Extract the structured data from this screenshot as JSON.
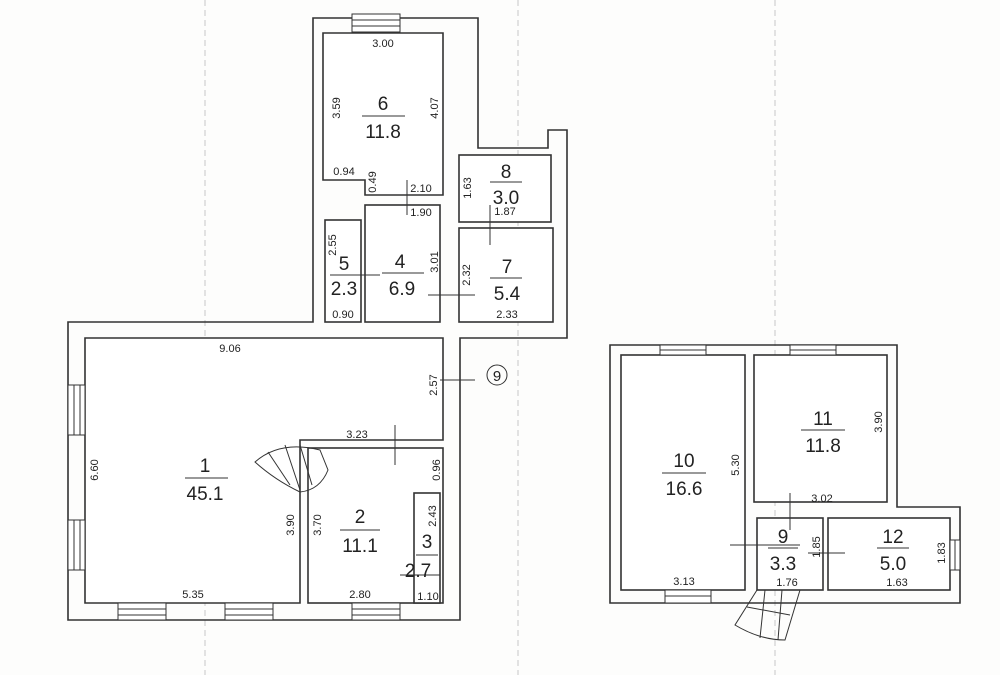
{
  "rooms": [
    {
      "number": "1",
      "area": "45.1"
    },
    {
      "number": "2",
      "area": "11.1"
    },
    {
      "number": "3",
      "area": "2.7"
    },
    {
      "number": "4",
      "area": "6.9"
    },
    {
      "number": "5",
      "area": "2.3"
    },
    {
      "number": "6",
      "area": "11.8"
    },
    {
      "number": "7",
      "area": "5.4"
    },
    {
      "number": "8",
      "area": "3.0"
    },
    {
      "number": "9",
      "area": "3.3"
    },
    {
      "number": "10",
      "area": "16.6"
    },
    {
      "number": "11",
      "area": "11.8"
    },
    {
      "number": "12",
      "area": "5.0"
    }
  ],
  "marker": "9",
  "dims": {
    "d300": "3.00",
    "d359": "3.59",
    "d407": "4.07",
    "d094": "0.94",
    "d049": "0.49",
    "d210": "2.10",
    "d190": "1.90",
    "d255": "2.55",
    "d090": "0.90",
    "d301": "3.01",
    "d232": "2.32",
    "d233": "2.33",
    "d163a": "1.63",
    "d187": "1.87",
    "d906": "9.06",
    "d257": "2.57",
    "d660": "6.60",
    "d323": "3.23",
    "d096": "0.96",
    "d390": "3.90",
    "d370": "3.70",
    "d243": "2.43",
    "d535": "5.35",
    "d280": "2.80",
    "d110": "1.10",
    "d530": "5.30",
    "d390b": "3.90",
    "d302": "3.02",
    "d185": "1.85",
    "d183": "1.83",
    "d313": "3.13",
    "d176": "1.76",
    "d163b": "1.63"
  }
}
